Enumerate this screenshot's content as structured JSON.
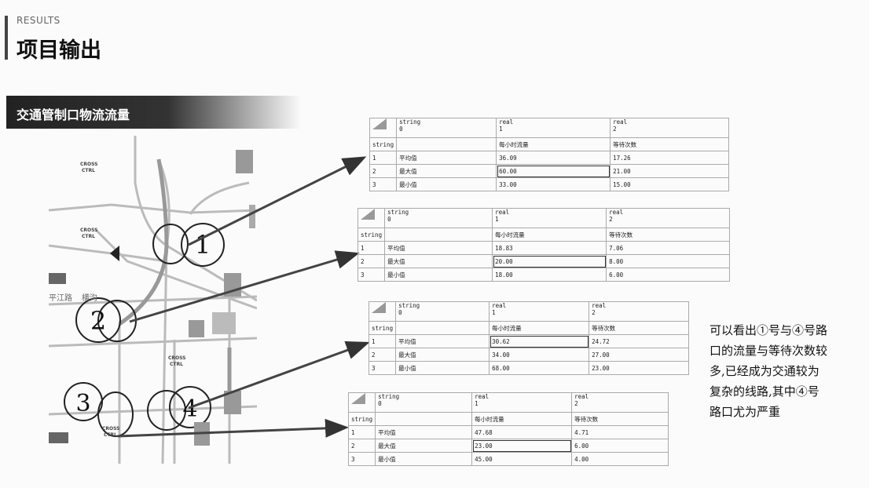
{
  "header": {
    "section": "RESULTS",
    "title": "项目输出"
  },
  "banner": {
    "title": "交通管制口物流流量"
  },
  "map": {
    "markers": [
      "1",
      "2",
      "3",
      "4"
    ],
    "labels": [
      "CROSS",
      "CTRL",
      "CROSS",
      "CTRL",
      "CROSS",
      "CTRL",
      "CROSS",
      "CTRL"
    ],
    "street_labels": [
      "平江路",
      "横沟"
    ]
  },
  "tables": [
    {
      "col_types": [
        "string",
        "real",
        "real"
      ],
      "col_index": [
        "0",
        "1",
        "2"
      ],
      "col_names": [
        "",
        "每小时流量",
        "等待次数"
      ],
      "row_header": "string",
      "rows": [
        {
          "idx": "1",
          "name": "平均值",
          "v1": "36.09",
          "v2": "17.26"
        },
        {
          "idx": "2",
          "name": "最大值",
          "v1": "60.00",
          "v2": "21.00"
        },
        {
          "idx": "3",
          "name": "最小值",
          "v1": "33.00",
          "v2": "15.00"
        }
      ]
    },
    {
      "col_types": [
        "string",
        "real",
        "real"
      ],
      "col_index": [
        "0",
        "1",
        "2"
      ],
      "col_names": [
        "",
        "每小时流量",
        "等待次数"
      ],
      "row_header": "string",
      "rows": [
        {
          "idx": "1",
          "name": "平均值",
          "v1": "18.83",
          "v2": "7.06"
        },
        {
          "idx": "2",
          "name": "最大值",
          "v1": "20.00",
          "v2": "8.00"
        },
        {
          "idx": "3",
          "name": "最小值",
          "v1": "18.00",
          "v2": "6.00"
        }
      ]
    },
    {
      "col_types": [
        "string",
        "real",
        "real"
      ],
      "col_index": [
        "0",
        "1",
        "2"
      ],
      "col_names": [
        "",
        "每小时流量",
        "等待次数"
      ],
      "row_header": "string",
      "rows": [
        {
          "idx": "1",
          "name": "平均值",
          "v1": "30.62",
          "v2": "24.72"
        },
        {
          "idx": "2",
          "name": "最大值",
          "v1": "34.00",
          "v2": "27.00"
        },
        {
          "idx": "3",
          "name": "最小值",
          "v1": "68.00",
          "v2": "23.00"
        }
      ]
    },
    {
      "col_types": [
        "string",
        "real",
        "real"
      ],
      "col_index": [
        "0",
        "1",
        "2"
      ],
      "col_names": [
        "",
        "每小时流量",
        "等待次数"
      ],
      "row_header": "string",
      "rows": [
        {
          "idx": "1",
          "name": "平均值",
          "v1": "47.68",
          "v2": "4.71"
        },
        {
          "idx": "2",
          "name": "最大值",
          "v1": "23.00",
          "v2": "6.00"
        },
        {
          "idx": "3",
          "name": "最小值",
          "v1": "45.00",
          "v2": "4.00"
        }
      ]
    }
  ],
  "note": {
    "lines": [
      "可以看出①号与④号路",
      "口的流量与等待次数较",
      "多,已经成为交通较为",
      "复杂的线路,其中④号",
      "路口尤为严重"
    ]
  }
}
